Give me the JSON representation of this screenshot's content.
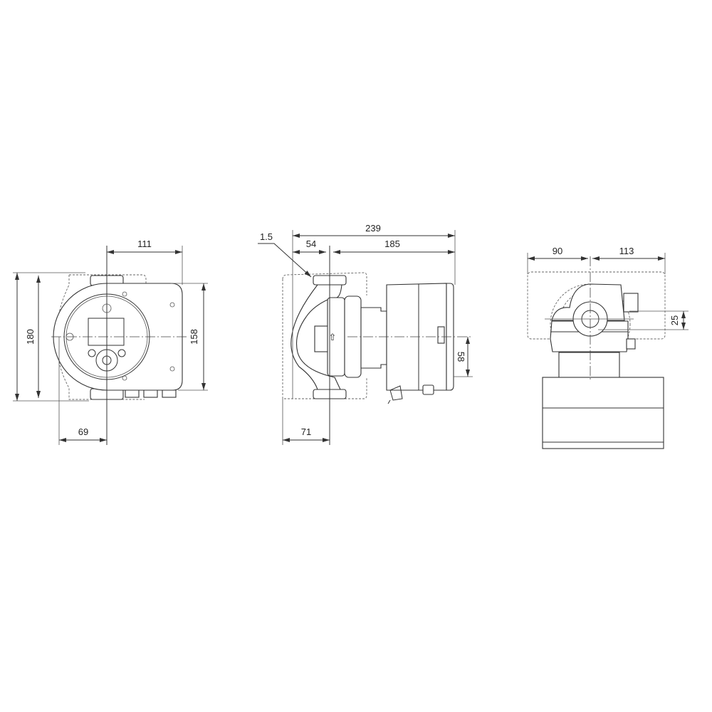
{
  "front_view": {
    "dim_width_right": "111",
    "dim_height_overall": "180",
    "dim_height_body": "158",
    "dim_left_offset": "69"
  },
  "side_view": {
    "dim_overall_length": "239",
    "dim_flange_offset": "54",
    "dim_motor_length": "185",
    "dim_gasket": "1.5",
    "dim_center_height": "58",
    "dim_rear_offset": "71"
  },
  "top_view": {
    "dim_left": "90",
    "dim_right": "113",
    "dim_offset": "25"
  }
}
